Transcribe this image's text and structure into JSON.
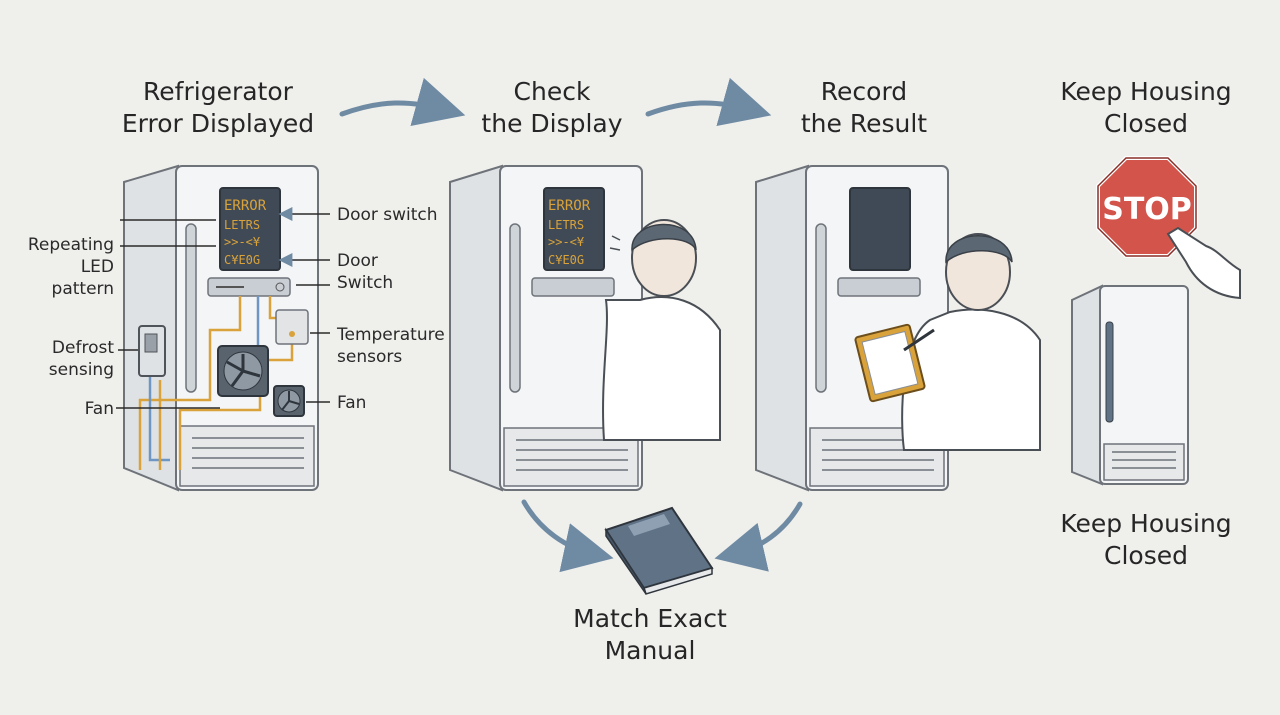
{
  "steps": [
    {
      "id": "error",
      "title": "Refrigerator\nError Displayed"
    },
    {
      "id": "check",
      "title": "Check\nthe Display"
    },
    {
      "id": "record",
      "title": "Record\nthe Result"
    },
    {
      "id": "keep_top",
      "title": "Keep Housing\nClosed"
    }
  ],
  "keep_bottom": "Keep Housing\nClosed",
  "manual": "Match Exact\nManual",
  "callouts": {
    "door_switch_1": "Door switch",
    "repeating_led": "Repeating\nLED pattern",
    "door_switch_2": "Door\nSwitch",
    "temperature_sensors": "Temperature\nsensors",
    "defrost_sensing": "Defrost\nsensing",
    "fan_left": "Fan",
    "fan_right": "Fan"
  },
  "display_lines": [
    "ERROR",
    "LETRS",
    ">>-<¥",
    "C¥E0G"
  ],
  "stop_sign": "STOP",
  "colors": {
    "background": "#efefec",
    "fridge_body": "#f4f5f6",
    "fridge_outline": "#6e737a",
    "lcd": "#3f4a56",
    "lcd_text": "#d9a23a",
    "arrow": "#6f8aa3",
    "stop": "#d2544a",
    "wire_orange": "#d9a23a",
    "wire_blue": "#6f95c2",
    "book": "#5f7286"
  },
  "icons": [
    "fridge-icon",
    "technician-icon",
    "clipboard-icon",
    "stop-sign-icon",
    "hand-icon",
    "manual-book-icon",
    "fan-icon",
    "arrow-icon"
  ]
}
